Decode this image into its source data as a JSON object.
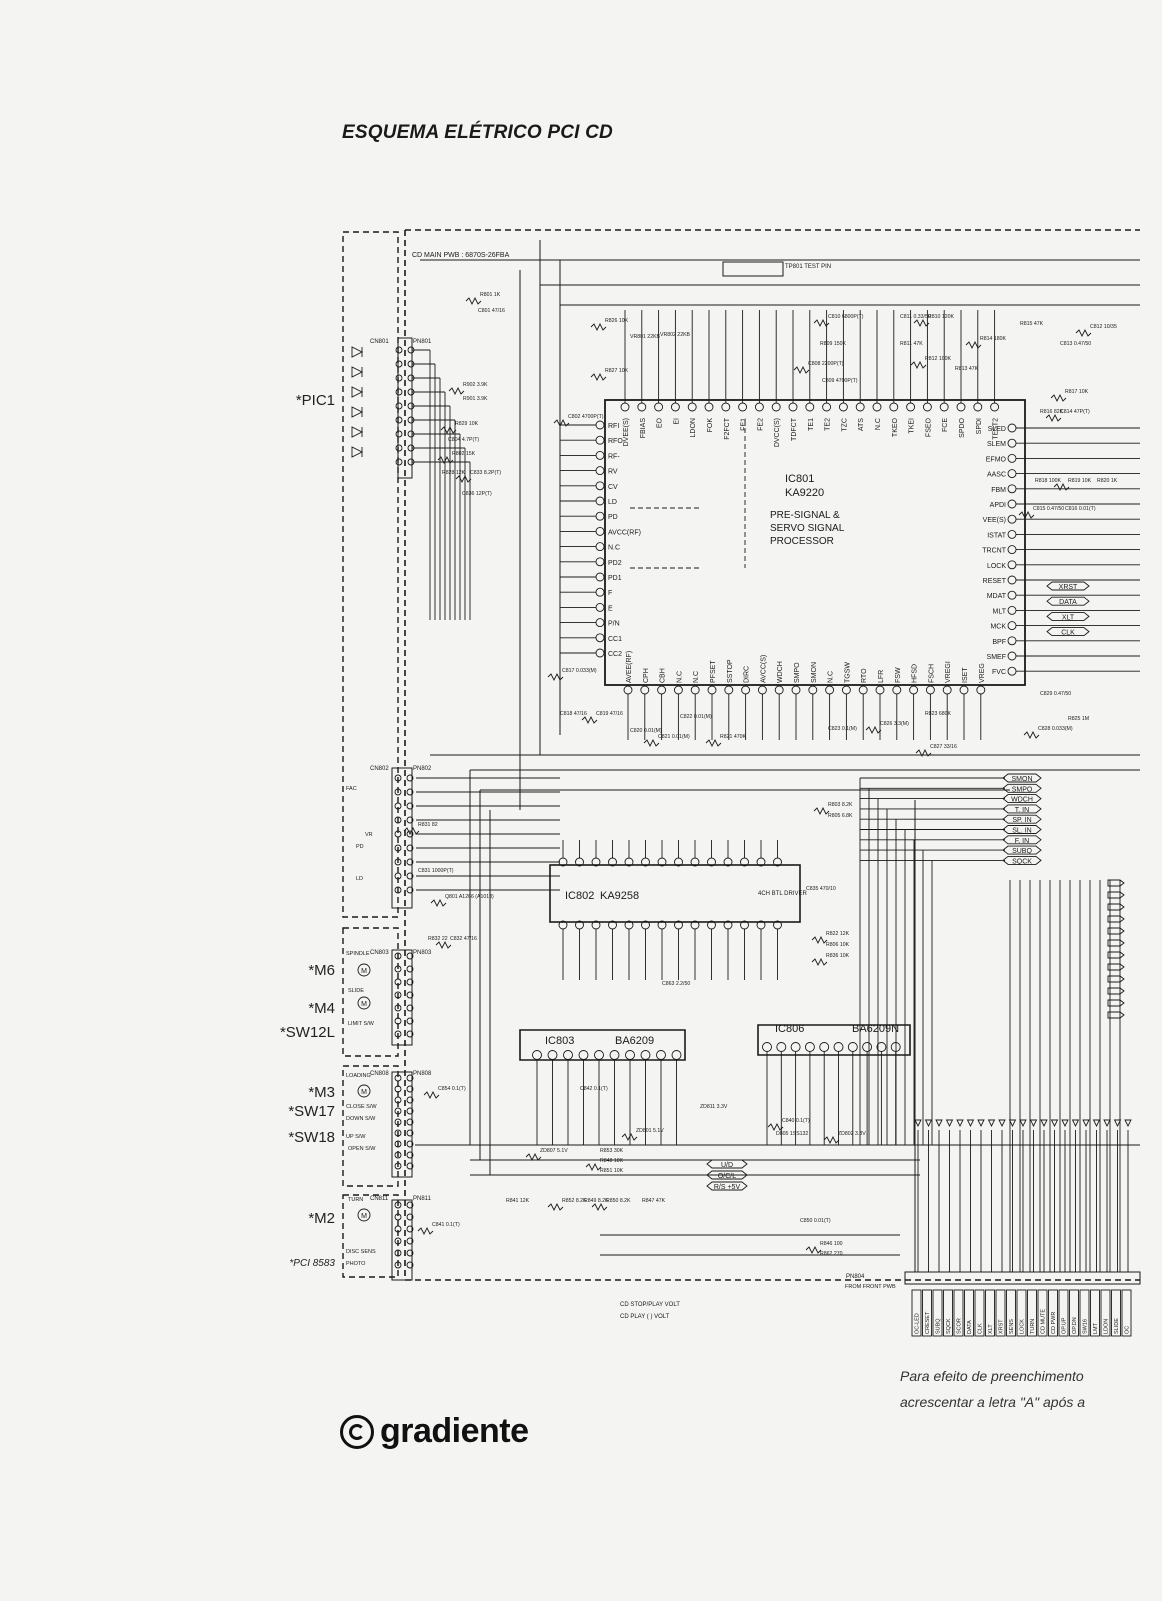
{
  "title": "ESQUEMA ELÉTRICO PCI CD",
  "board_label": "CD MAIN PWB : 6870S-26FBA",
  "test_pin_label": "TP801 TEST PIN",
  "ic801": {
    "ref": "IC801",
    "part": "KA9220",
    "function_lines": [
      "PRE-SIGNAL &",
      "SERVO SIGNAL",
      "PROCESSOR"
    ],
    "left_pins": [
      "RFI",
      "RFO",
      "RF-",
      "RV",
      "CV",
      "LD",
      "PD",
      "AVCC(RF)",
      "N.C",
      "PD2",
      "PD1",
      "F",
      "E",
      "P/N",
      "CC1",
      "CC2"
    ],
    "right_pins": [
      "SLED",
      "SLEM",
      "EFMO",
      "AASC",
      "FBM",
      "APDI",
      "VEE(S)",
      "ISTAT",
      "TRCNT",
      "LOCK",
      "RESET",
      "MDAT",
      "MLT",
      "MCK",
      "BPF",
      "SMEF",
      "FVC"
    ],
    "top_pins": [
      "DVEE(S)",
      "FBIAS",
      "EO",
      "EI",
      "LDON",
      "FOK",
      "F2FCT",
      "FE1",
      "FE2",
      "DVCC(S)",
      "TDFCT",
      "TE1",
      "TE2",
      "TZC",
      "ATS",
      "N.C",
      "TKEO",
      "TKEI",
      "FSEO",
      "FCE",
      "SPDO",
      "SPDI",
      "TEST2"
    ],
    "bottom_pins": [
      "AVEE(RF)",
      "CPH",
      "CBH",
      "N.C",
      "N.C",
      "PFSET",
      "SSTOP",
      "DIRC",
      "AVCC(S)",
      "WDCH",
      "SMPO",
      "SMON",
      "N.C",
      "TGSW",
      "RTO",
      "LFR",
      "FSW",
      "HFSD",
      "FSCH",
      "VREGI",
      "ISET",
      "VREG"
    ]
  },
  "ic802": {
    "ref": "IC802",
    "part": "KA9258",
    "desc": "4CH BTL DRIVER"
  },
  "ic803": {
    "ref": "IC803",
    "part": "BA6209"
  },
  "ic806": {
    "ref": "IC806",
    "part": "BA6209N"
  },
  "connectors": [
    "CN801",
    "PN801",
    "CN802",
    "PN802",
    "CN803",
    "PN803",
    "CN808",
    "PN808",
    "CN811",
    "PN811",
    "PN804"
  ],
  "bus_flags_right": [
    "XRST",
    "DATA",
    "XLT",
    "CLK"
  ],
  "bus_flags_mid": [
    "SMON",
    "SMPO",
    "WDCH",
    "T. IN",
    "SP. IN",
    "SL. IN",
    "F. IN",
    "SUBQ",
    "SQCK"
  ],
  "bus_flags_low": [
    "U/D",
    "O/C/L",
    "R/S +5V"
  ],
  "bottom_connector_labels": [
    "OC-LED",
    "CRESET",
    "SUBQ",
    "SQCK",
    "SCOR",
    "DATA",
    "CLK",
    "XLT",
    "XRST",
    "SENS",
    "LOCK",
    "TURN",
    "CD MUTE",
    "CD PWR",
    "OP.UP",
    "OP.DN",
    "SW16",
    "LMT",
    "LDON",
    "SLIDE",
    "OC"
  ],
  "side_labels": [
    "*PIC1",
    "*M6",
    "*M4",
    "*SW12L",
    "*M3",
    "*SW17",
    "*SW18",
    "*M2"
  ],
  "pci_code": "*PCI 8583",
  "legend_lines": [
    "CD STOP/PLAY VOLT",
    "CD PLAY ( ) VOLT"
  ],
  "front_pwb_label": "FROM FRONT PWB",
  "sub_labels": {
    "spindle": "SPINDLE",
    "slide": "SLIDE",
    "limit_sw": "LIMIT S/W",
    "loading": "LOADING",
    "close_sw": "CLOSE S/W",
    "down_sw": "DOWN S/W",
    "up_sw": "UP S/W",
    "open_sw": "OPEN S/W",
    "turn": "TURN",
    "disc_sens": "DISC SENS",
    "photo": "PHOTO",
    "pd": "PD",
    "ld": "LD",
    "vr": "VR",
    "fac": "FAC"
  },
  "components": [
    "R801 1K",
    "C801 47/16",
    "R826 10K",
    "VR801 22KB",
    "R827 10K",
    "VR802 22KB",
    "C810 6800P(T)",
    "C811 0.33/50",
    "R810 120K",
    "R811 47K",
    "R812 100K",
    "R813 47K",
    "R814 180K",
    "R815 47K",
    "C812 10/35",
    "C813 0.47/50",
    "R817 10K",
    "R816 82K",
    "C814 47P(T)",
    "R818 100K",
    "R819 10K",
    "R820 1K",
    "C815 0.47/50",
    "C816 0.01(T)",
    "R902 3.9K",
    "R901 3.9K",
    "R829 10K",
    "C804 4.7P(T)",
    "R802 15K",
    "R828 12K",
    "C833 8.2P(T)",
    "C836 12P(T)",
    "C802 4700P(T)",
    "C809 4700P(T)",
    "C808 2200P(T)",
    "R809 150K",
    "C817 0.033(M)",
    "C818 47/16",
    "C819 47/16",
    "C820 0.01(M)",
    "C821 0.01(M)",
    "C822 0.01(M)",
    "R821 470K",
    "C823 0.1(M)",
    "C826 3.3(M)",
    "R823 680K",
    "C827 33/16",
    "C829 0.47/50",
    "C828 0.033(M)",
    "R825 1M",
    "R803 8.2K",
    "R805 6.8K",
    "R831 82",
    "C831 1000P(T)",
    "Q801 A1266 (A1013)",
    "R832 22",
    "C832 47/16",
    "C835 470/10",
    "R822 12K",
    "R806 10K",
    "R836 10K",
    "C863 2.2/50",
    "C854 0.1(T)",
    "C842 0.1(T)",
    "ZD801 5.1V",
    "ZD811 3.3V",
    "C840 0.1(T)",
    "D805 1SS132",
    "ZD802 3.3V",
    "R853 30K",
    "R848 18K",
    "R851 10K",
    "ZD807 5.1V",
    "R841 12K",
    "R852 8.2K",
    "R849 8.2K",
    "R850 8.2K",
    "R847 47K",
    "C841 0.1(T)",
    "C850 0.01(T)",
    "R846 100",
    "R862 270"
  ],
  "footnote_lines": [
    "Para efeito de preenchimento",
    "acrescentar a letra \"A\" após a"
  ],
  "logo_text": "gradiente",
  "colors": {
    "ink": "#1a1a1a",
    "paper": "#f4f4f2",
    "dashed_frame": "#222222"
  }
}
